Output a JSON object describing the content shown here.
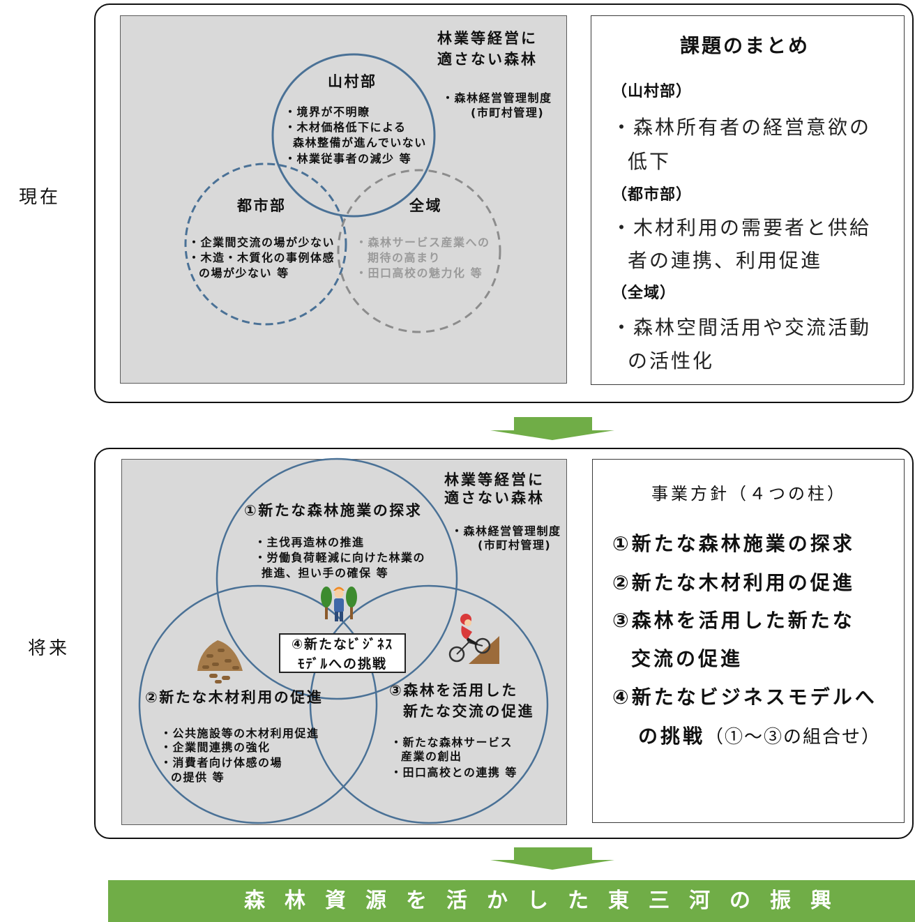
{
  "labels": {
    "current": "現在",
    "future": "将来"
  },
  "current": {
    "venn": {
      "outside_title": [
        "林業等経営に",
        "適さない森林"
      ],
      "outside_note": [
        "・森林経営管理制度",
        "(市町村管理)"
      ],
      "circles": [
        {
          "title": "山村部",
          "items": [
            "・境界が不明瞭",
            "・木材価格低下による",
            "森林整備が進んでいない",
            "・林業従事者の減少 等"
          ]
        },
        {
          "title": "都市部",
          "items": [
            "・企業間交流の場が少ない",
            "・木造・木質化の事例体感",
            "の場が少ない 等"
          ]
        },
        {
          "title": "全域",
          "items": [
            "・森林サービス産業への",
            "期待の高まり",
            "・田口高校の魅力化 等"
          ]
        }
      ]
    },
    "summary": {
      "title": "課題のまとめ",
      "sections": [
        {
          "heading": "（山村部）",
          "lines": [
            "・森林所有者の経営意欲の",
            "低下"
          ]
        },
        {
          "heading": "（都市部）",
          "lines": [
            "・木材利用の需要者と供給",
            "者の連携、利用促進"
          ]
        },
        {
          "heading": "（全域）",
          "lines": [
            "・森林空間活用や交流活動",
            "の活性化"
          ]
        }
      ]
    }
  },
  "future": {
    "venn": {
      "outside_title": [
        "林業等経営に",
        "適さない森林"
      ],
      "outside_note": [
        "・森林経営管理制度",
        "(市町村管理)"
      ],
      "circles": [
        {
          "title_lines": [
            "①新たな森林施業の探求"
          ],
          "items": [
            "・主伐再造林の推進",
            "・労働負荷軽減に向けた林業の",
            "推進、担い手の確保 等"
          ]
        },
        {
          "title_lines": [
            "②新たな木材利用の促進"
          ],
          "items": [
            "・公共施設等の木材利用促進",
            "・企業間連携の強化",
            "・消費者向け体感の場",
            "の提供 等"
          ]
        },
        {
          "title_lines": [
            "③森林を活用した",
            "新たな交流の促進"
          ],
          "items": [
            "・新たな森林サービス",
            "産業の創出",
            "・田口高校との連携 等"
          ]
        }
      ],
      "center_box": {
        "lines": [
          "④新たなﾋﾞｼﾞﾈｽ",
          "ﾓﾃﾞﾙへの挑戦"
        ]
      }
    },
    "policy": {
      "title": "事業方針（４つの柱）",
      "lines": [
        "①新たな森林施業の探求",
        "②新たな木材利用の促進",
        "③森林を活用した新たな",
        "交流の促進",
        "④新たなビジネスモデルへ"
      ],
      "last_line": {
        "bold": "の挑戦",
        "rest": "（①～③の組合せ）"
      }
    }
  },
  "banner": {
    "text": "森林資源を活かした東三河の振興"
  },
  "icons": [
    "down-arrow-icon",
    "forester-icon",
    "wood-pellets-icon",
    "cyclist-icon"
  ],
  "colors": {
    "panel": "#d9d9d9",
    "circle_stroke": "#4a7196",
    "dashed_gray": "#8c8c8c",
    "muted_text": "#9a9a9a",
    "accent_green": "#70ad47"
  }
}
